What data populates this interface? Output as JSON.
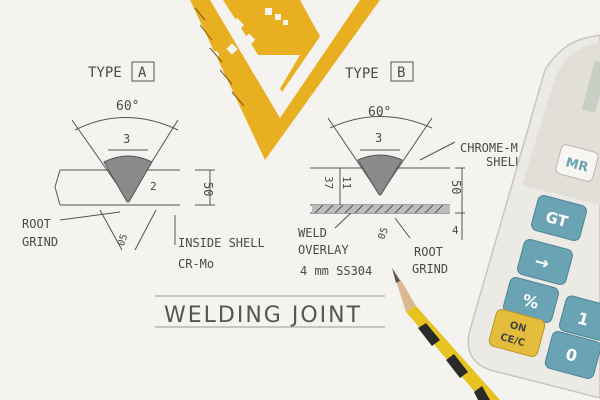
{
  "drawing": {
    "type_a": {
      "label": "TYPE",
      "box": "A"
    },
    "type_b": {
      "label": "TYPE",
      "box": "B"
    },
    "angle_a": "60°",
    "angle_b": "60°",
    "dim_3a": "3",
    "dim_2": "2",
    "dim_50a": "50",
    "dim_3b": "3",
    "dim_37": "37",
    "dim_11": "11",
    "dim_50b": "50",
    "dim_4": "4",
    "dim_05a": "05",
    "dim_05b": "05",
    "root_grind_a": [
      "ROOT",
      "GRIND"
    ],
    "inside_shell": [
      "INSIDE SHELL",
      "CR-Mo"
    ],
    "chrome_shell": [
      "CHROME-M",
      "SHELL"
    ],
    "weld_overlay": [
      "WELD",
      "OVERLAY",
      "4 mm  SS304"
    ],
    "root_grind_b": [
      "ROOT",
      "GRIND"
    ],
    "title": "WELDING JOINT"
  },
  "calculator": {
    "keys": {
      "m": "MR",
      "gt": "GT",
      "arrow": "→",
      "percent": "%",
      "one": "1",
      "on": "ON",
      "ce": "CE/C",
      "zero": "0"
    }
  },
  "colors": {
    "paper": "#f4f3ef",
    "template": "#e8b021",
    "pencil_lead": "#555555",
    "weld_fill": "#8a8a8a",
    "calc_body": "#eceae5",
    "key_teal": "#6aa3b4",
    "key_on": "#e4bd3c"
  }
}
